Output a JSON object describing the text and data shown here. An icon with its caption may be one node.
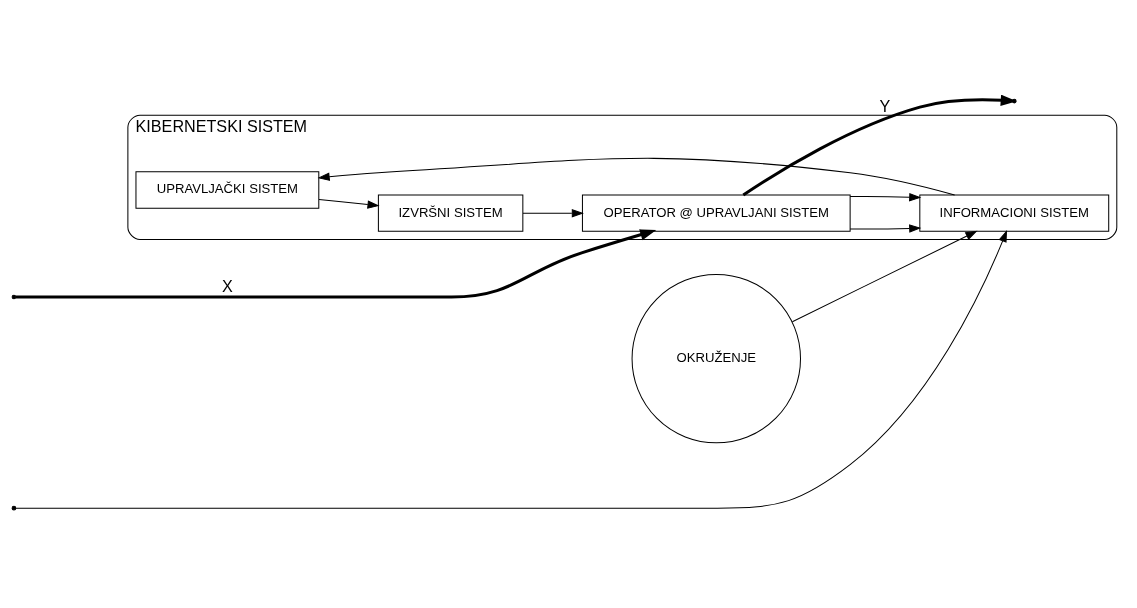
{
  "diagram": {
    "nodes": [
      {
        "text": [
          "KIBERNETSKI SISTEM"
        ]
      },
      {
        "text": [
          "UPRAVLJAČKI SISTEM"
        ],
        "in": 0
      },
      {
        "text": [
          "IZVRŠNI SISTEM"
        ],
        "in": 0
      },
      {
        "text": [
          "INFORMACIONI SISTEM"
        ],
        "in": 0
      },
      {
        "text": [
          "OPERATOR @ UPRAVLJANI SISTEM"
        ],
        "in": 0
      },
      {
        "text": [
          "OKRUŽENJE"
        ]
      }
    ],
    "edges": [
      {
        "from": 3,
        "to": 1,
        "arrow": "to"
      },
      {
        "from": 1,
        "to": 2,
        "arrow": "to"
      },
      {
        "from": 2,
        "to": 4,
        "arrow": "to"
      },
      {
        "from": 4,
        "to": 3,
        "arrow": "to"
      },
      {
        "from": 5,
        "to": 3,
        "arrow": "to"
      },
      {
        "from": null,
        "to": 4,
        "arrow": "to",
        "label": "X",
        "style": "thick"
      },
      {
        "from": 4,
        "to": null,
        "arrow": "to",
        "label": "Y",
        "style": "thick"
      },
      {
        "from": null,
        "to": 3,
        "arrow": "to"
      },
      {
        "from": 4,
        "to": 3,
        "arrow": "to"
      }
    ]
  }
}
